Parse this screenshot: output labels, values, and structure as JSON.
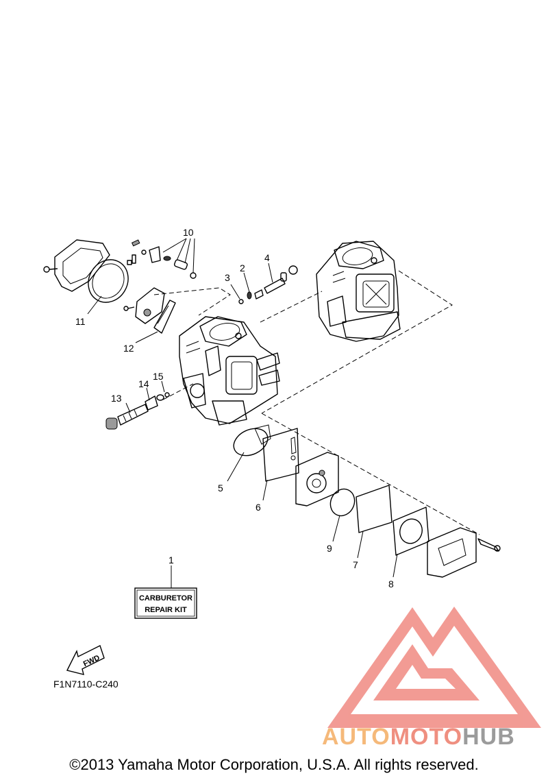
{
  "diagram": {
    "callouts": [
      "1",
      "2",
      "3",
      "4",
      "5",
      "6",
      "7",
      "8",
      "9",
      "10",
      "11",
      "12",
      "13",
      "14",
      "15"
    ],
    "kit_label": [
      "CARBURETOR",
      "REPAIR KIT"
    ],
    "fwd_label": "FWD",
    "diagram_code": "F1N7110-C240"
  },
  "watermark": {
    "text_auto": "AUTO",
    "text_moto": "MOTO",
    "text_hub": "HUB",
    "color_auto": "#f5b97a",
    "color_moto": "#ef8f80",
    "color_hub": "#9b9b9b",
    "logo_color": "#f08a82"
  },
  "footer": {
    "copyright": "©2013 Yamaha Motor Corporation, U.S.A. All rights reserved."
  }
}
